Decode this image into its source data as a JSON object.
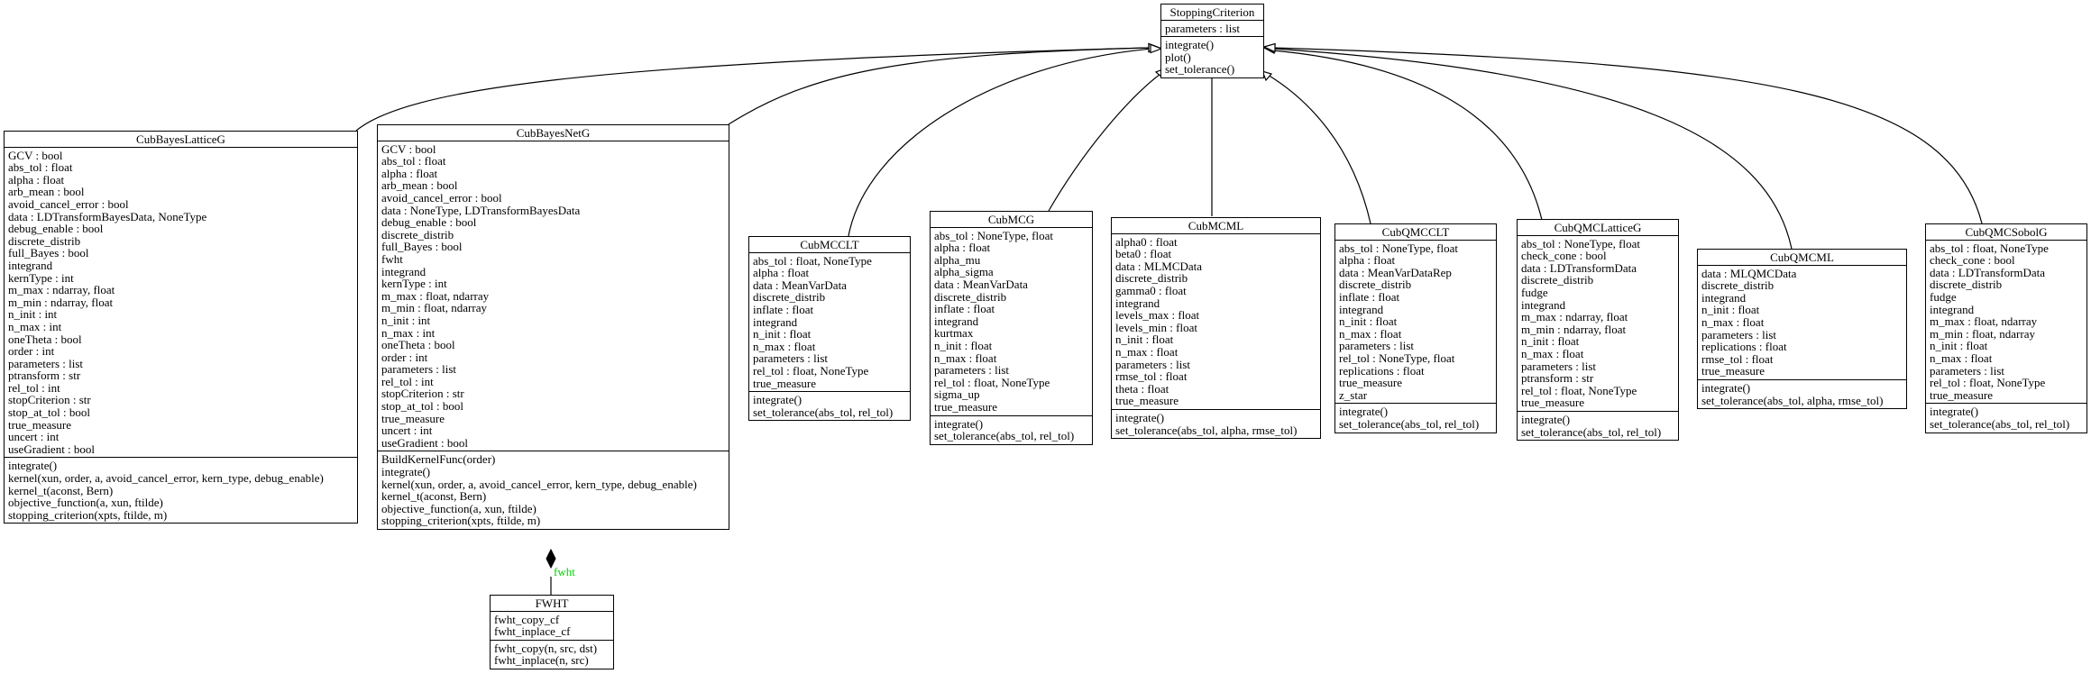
{
  "classes": {
    "StoppingCriterion": {
      "name": "StoppingCriterion",
      "attributes": [
        "parameters : list"
      ],
      "operations": [
        "integrate()",
        "plot()",
        "set_tolerance()"
      ]
    },
    "CubBayesLatticeG": {
      "name": "CubBayesLatticeG",
      "attributes": [
        "GCV : bool",
        "abs_tol : float",
        "alpha : float",
        "arb_mean : bool",
        "avoid_cancel_error : bool",
        "data : LDTransformBayesData, NoneType",
        "debug_enable : bool",
        "discrete_distrib",
        "full_Bayes : bool",
        "integrand",
        "kernType : int",
        "m_max : ndarray, float",
        "m_min : ndarray, float",
        "n_init : int",
        "n_max : int",
        "oneTheta : bool",
        "order : int",
        "parameters : list",
        "ptransform : str",
        "rel_tol : int",
        "stopCriterion : str",
        "stop_at_tol : bool",
        "true_measure",
        "uncert : int",
        "useGradient : bool"
      ],
      "operations": [
        "integrate()",
        "kernel(xun, order, a, avoid_cancel_error, kern_type, debug_enable)",
        "kernel_t(aconst, Bern)",
        "objective_function(a, xun, ftilde)",
        "stopping_criterion(xpts, ftilde, m)"
      ]
    },
    "CubBayesNetG": {
      "name": "CubBayesNetG",
      "attributes": [
        "GCV : bool",
        "abs_tol : float",
        "alpha : float",
        "arb_mean : bool",
        "avoid_cancel_error : bool",
        "data : NoneType, LDTransformBayesData",
        "debug_enable : bool",
        "discrete_distrib",
        "full_Bayes : bool",
        "fwht",
        "integrand",
        "kernType : int",
        "m_max : float, ndarray",
        "m_min : float, ndarray",
        "n_init : int",
        "n_max : int",
        "oneTheta : bool",
        "order : int",
        "parameters : list",
        "rel_tol : int",
        "stopCriterion : str",
        "stop_at_tol : bool",
        "true_measure",
        "uncert : int",
        "useGradient : bool"
      ],
      "operations": [
        "BuildKernelFunc(order)",
        "integrate()",
        "kernel(xun, order, a, avoid_cancel_error, kern_type, debug_enable)",
        "kernel_t(aconst, Bern)",
        "objective_function(a, xun, ftilde)",
        "stopping_criterion(xpts, ftilde, m)"
      ]
    },
    "FWHT": {
      "name": "FWHT",
      "attributes": [
        "fwht_copy_cf",
        "fwht_inplace_cf"
      ],
      "operations": [
        "fwht_copy(n, src, dst)",
        "fwht_inplace(n, src)"
      ]
    },
    "CubMCCLT": {
      "name": "CubMCCLT",
      "attributes": [
        "abs_tol : float, NoneType",
        "alpha : float",
        "data : MeanVarData",
        "discrete_distrib",
        "inflate : float",
        "integrand",
        "n_init : float",
        "n_max : float",
        "parameters : list",
        "rel_tol : float, NoneType",
        "true_measure"
      ],
      "operations": [
        "integrate()",
        "set_tolerance(abs_tol, rel_tol)"
      ]
    },
    "CubMCG": {
      "name": "CubMCG",
      "attributes": [
        "abs_tol : NoneType, float",
        "alpha : float",
        "alpha_mu",
        "alpha_sigma",
        "data : MeanVarData",
        "discrete_distrib",
        "inflate : float",
        "integrand",
        "kurtmax",
        "n_init : float",
        "n_max : float",
        "parameters : list",
        "rel_tol : float, NoneType",
        "sigma_up",
        "true_measure"
      ],
      "operations": [
        "integrate()",
        "set_tolerance(abs_tol, rel_tol)"
      ]
    },
    "CubMCML": {
      "name": "CubMCML",
      "attributes": [
        "alpha0 : float",
        "beta0 : float",
        "data : MLMCData",
        "discrete_distrib",
        "gamma0 : float",
        "integrand",
        "levels_max : float",
        "levels_min : float",
        "n_init : float",
        "n_max : float",
        "parameters : list",
        "rmse_tol : float",
        "theta : float",
        "true_measure"
      ],
      "operations": [
        "integrate()",
        "set_tolerance(abs_tol, alpha, rmse_tol)"
      ]
    },
    "CubQMCCLT": {
      "name": "CubQMCCLT",
      "attributes": [
        "abs_tol : NoneType, float",
        "alpha : float",
        "data : MeanVarDataRep",
        "discrete_distrib",
        "inflate : float",
        "integrand",
        "n_init : float",
        "n_max : float",
        "parameters : list",
        "rel_tol : NoneType, float",
        "replications : float",
        "true_measure",
        "z_star"
      ],
      "operations": [
        "integrate()",
        "set_tolerance(abs_tol, rel_tol)"
      ]
    },
    "CubQMCLatticeG": {
      "name": "CubQMCLatticeG",
      "attributes": [
        "abs_tol : NoneType, float",
        "check_cone : bool",
        "data : LDTransformData",
        "discrete_distrib",
        "fudge",
        "integrand",
        "m_max : ndarray, float",
        "m_min : ndarray, float",
        "n_init : float",
        "n_max : float",
        "parameters : list",
        "ptransform : str",
        "rel_tol : float, NoneType",
        "true_measure"
      ],
      "operations": [
        "integrate()",
        "set_tolerance(abs_tol, rel_tol)"
      ]
    },
    "CubQMCML": {
      "name": "CubQMCML",
      "attributes": [
        "data : MLQMCData",
        "discrete_distrib",
        "integrand",
        "n_init : float",
        "n_max : float",
        "parameters : list",
        "replications : float",
        "rmse_tol : float",
        "true_measure"
      ],
      "operations": [
        "integrate()",
        "set_tolerance(abs_tol, alpha, rmse_tol)"
      ]
    },
    "CubQMCSobolG": {
      "name": "CubQMCSobolG",
      "attributes": [
        "abs_tol : float, NoneType",
        "check_cone : bool",
        "data : LDTransformData",
        "discrete_distrib",
        "fudge",
        "integrand",
        "m_max : float, ndarray",
        "m_min : float, ndarray",
        "n_init : float",
        "n_max : float",
        "parameters : list",
        "rel_tol : float, NoneType",
        "true_measure"
      ],
      "operations": [
        "integrate()",
        "set_tolerance(abs_tol, rel_tol)"
      ]
    }
  },
  "edge_labels": {
    "fwht": "fwht"
  },
  "colors": {
    "composition_label": "#00d400",
    "line": "#000000"
  }
}
